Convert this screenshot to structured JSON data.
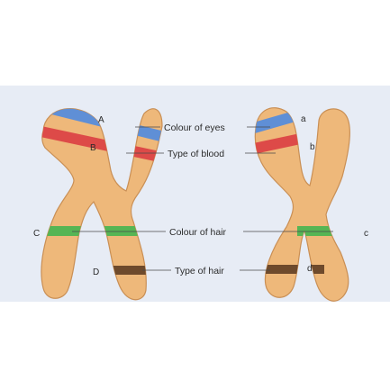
{
  "diagram": {
    "traits": {
      "eyes": "Colour of eyes",
      "blood": "Type of blood",
      "hair_colour": "Colour of hair",
      "hair_type": "Type of hair"
    },
    "left_alleles": {
      "eyes": "A",
      "blood": "B",
      "hair_colour": "C",
      "hair_type": "D"
    },
    "right_alleles": {
      "eyes": "a",
      "blood": "b",
      "hair_colour": "c",
      "hair_type": "d"
    },
    "colors": {
      "background": "#e7ecf5",
      "chromosome_fill": "#eeb87a",
      "chromosome_outline": "#c98f55",
      "band_eyes": "#5f8fd6",
      "band_blood": "#dd4a48",
      "band_hair_colour": "#56b554",
      "band_hair_type": "#6e4a2c"
    }
  }
}
